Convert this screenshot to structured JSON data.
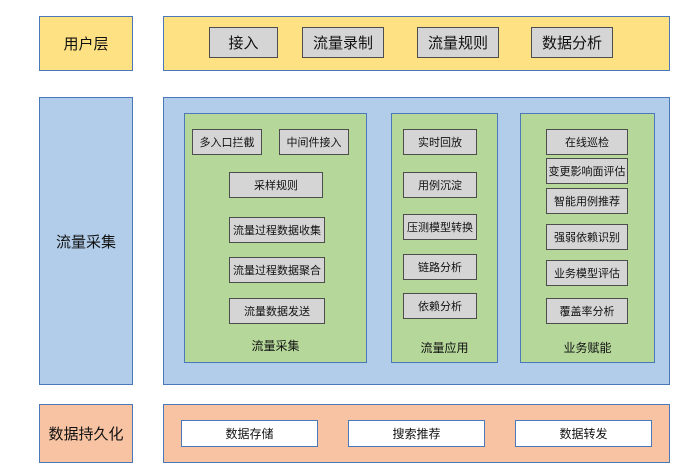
{
  "layers": {
    "user": "用户层",
    "collect": "流量采集",
    "persist": "数据持久化"
  },
  "user_layer": {
    "items": [
      "接入",
      "流量录制",
      "流量规则",
      "数据分析"
    ]
  },
  "collect_layer": {
    "capture": {
      "title": "流量采集",
      "top_items": [
        "多入口拦截",
        "中间件接入"
      ],
      "items": [
        "采样规则",
        "流量过程数据收集",
        "流量过程数据聚合",
        "流量数据发送"
      ]
    },
    "application": {
      "title": "流量应用",
      "items": [
        "实时回放",
        "用例沉淀",
        "压测模型转换",
        "链路分析",
        "依赖分析"
      ]
    },
    "empower": {
      "title": "业务赋能",
      "items": [
        "在线巡检",
        "变更影响面评估",
        "智能用例推荐",
        "强弱依赖识别",
        "业务模型评估",
        "覆盖率分析"
      ]
    }
  },
  "persist_layer": {
    "items": [
      "数据存储",
      "搜索推荐",
      "数据转发"
    ]
  },
  "colors": {
    "yellow": "#fde183",
    "blue": "#b1cdea",
    "orange": "#f7c3a3",
    "green": "#b5d89a",
    "grey": "#d5d5d5",
    "border": "#4a78b9"
  }
}
